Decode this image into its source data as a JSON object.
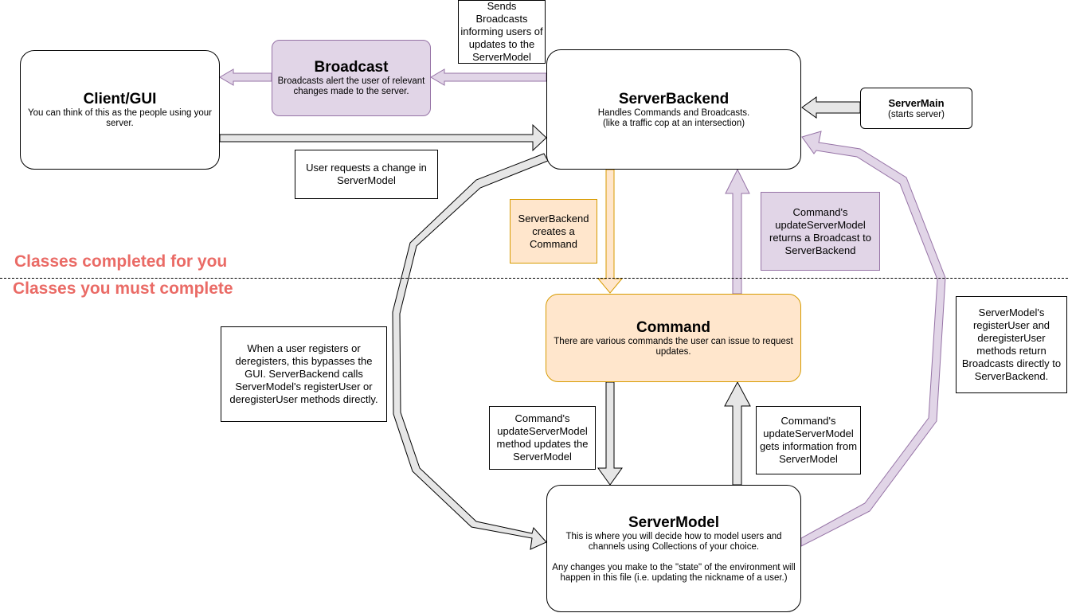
{
  "colors": {
    "purple_fill": "#e1d5e7",
    "purple_stroke": "#9673a6",
    "orange_fill": "#ffe6cc",
    "orange_stroke": "#d79b00",
    "gray_fill": "#e6e6e6",
    "section_label": "#ea6b66"
  },
  "nodes": {
    "client": {
      "title": "Client/GUI",
      "desc": "You can think of this as the people using your server."
    },
    "broadcast": {
      "title": "Broadcast",
      "desc": "Broadcasts alert the user of relevant changes made to the server."
    },
    "server_backend": {
      "title": "ServerBackend",
      "desc_line1": "Handles Commands and Broadcasts.",
      "desc_line2": "(like a traffic cop at an intersection)"
    },
    "server_main": {
      "title": "ServerMain",
      "desc": "(starts server)"
    },
    "command": {
      "title": "Command",
      "desc": "There are various commands the user can issue to request updates."
    },
    "server_model": {
      "title": "ServerModel",
      "desc_line1": "This is where you will decide how to model users and channels using Collections of your choice.",
      "desc_line2": "Any changes you make to the \"state\" of the environment will happen in this file (i.e. updating the nickname of a user.)"
    }
  },
  "notes": {
    "sends_broadcasts": "Sends Broadcasts informing users of updates to the ServerModel",
    "user_requests": "User requests a change in ServerModel",
    "backend_creates": "ServerBackend creates a Command",
    "command_returns": "Command's updateServerModel returns a Broadcast to ServerBackend",
    "register_bypass": "When a user registers or deregisters, this bypasses the GUI.  ServerBackend calls ServerModel's registerUser or deregisterUser methods directly.",
    "update_method": "Command's updateServerModel method updates the ServerModel",
    "gets_info": "Command's updateServerModel gets information from ServerModel",
    "model_returns": "ServerModel's registerUser and deregisterUser methods return Broadcasts directly to ServerBackend."
  },
  "sections": {
    "completed": "Classes completed for you",
    "must_complete": "Classes you must complete"
  }
}
